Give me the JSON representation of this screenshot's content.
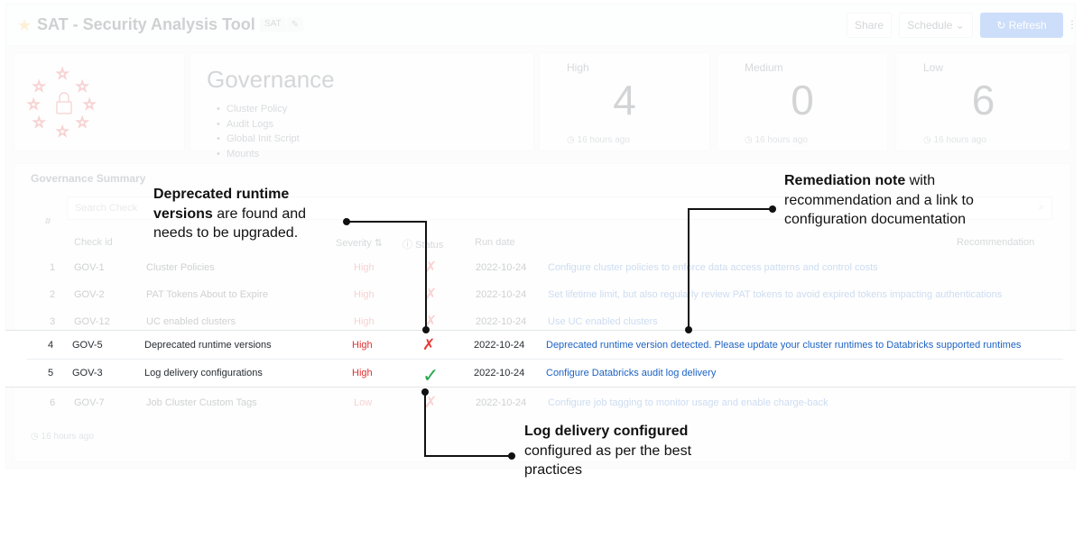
{
  "app": {
    "title": "SAT - Security Analysis Tool",
    "tag": "SAT",
    "edit_icon": "pencil-icon",
    "buttons": {
      "share": "Share",
      "schedule": "Schedule",
      "refresh": "Refresh"
    }
  },
  "governance": {
    "title": "Governance",
    "items": [
      "Cluster Policy",
      "Audit Logs",
      "Global Init Script",
      "Mounts"
    ]
  },
  "counters": [
    {
      "label": "High",
      "value": "4",
      "time": "16 hours ago"
    },
    {
      "label": "Medium",
      "value": "0",
      "time": "16 hours ago"
    },
    {
      "label": "Low",
      "value": "6",
      "time": "16 hours ago"
    }
  ],
  "summary": {
    "title": "Governance Summary",
    "search_placeholder": "Search Check",
    "hash": "#",
    "headers": {
      "check_id": "Check id",
      "severity": "Severity",
      "status": "Status",
      "run_date": "Run date",
      "recommendation": "Recommendation"
    },
    "footer_time": "16 hours ago",
    "rows": [
      {
        "num": "1",
        "id": "GOV-1",
        "name": "Cluster Policies",
        "severity": "High",
        "status": "✗",
        "date": "2022-10-24",
        "rec": "Configure cluster policies to enforce data access patterns and control costs"
      },
      {
        "num": "2",
        "id": "GOV-2",
        "name": "PAT Tokens About to Expire",
        "severity": "High",
        "status": "✗",
        "date": "2022-10-24",
        "rec": "Set lifetime limit, but also regularly review PAT tokens to avoid expired tokens impacting authentications"
      },
      {
        "num": "3",
        "id": "GOV-12",
        "name": "UC enabled clusters",
        "severity": "High",
        "status": "✗",
        "date": "2022-10-24",
        "rec": "Use UC enabled clusters"
      },
      {
        "num": "4",
        "id": "GOV-5",
        "name": "Deprecated runtime versions",
        "severity": "High",
        "status": "✗",
        "date": "2022-10-24",
        "rec": "Deprecated runtime version detected. Please update your cluster runtimes to Databricks supported runtimes"
      },
      {
        "num": "5",
        "id": "GOV-3",
        "name": "Log delivery configurations",
        "severity": "High",
        "status": "✓",
        "date": "2022-10-24",
        "rec": "Configure Databricks audit log delivery"
      },
      {
        "num": "6",
        "id": "GOV-7",
        "name": "Job Cluster Custom Tags",
        "severity": "Low",
        "status": "✗",
        "date": "2022-10-24",
        "rec": "Configure job tagging to monitor usage and enable charge-back"
      }
    ]
  },
  "annotations": {
    "deprecated": {
      "bold": "Deprecated runtime versions",
      "rest": " are found and needs to be upgraded."
    },
    "remediation": {
      "bold": "Remediation note",
      "rest": " with recommendation and a link to configuration documentation"
    },
    "log": {
      "bold": "Log delivery configured",
      "rest": "  configured as per the best practices"
    }
  },
  "colors": {
    "high": "#e03131",
    "pass": "#2aa84f",
    "fail": "#e53935",
    "link": "#1c62c2",
    "refresh": "#1f6feb"
  }
}
